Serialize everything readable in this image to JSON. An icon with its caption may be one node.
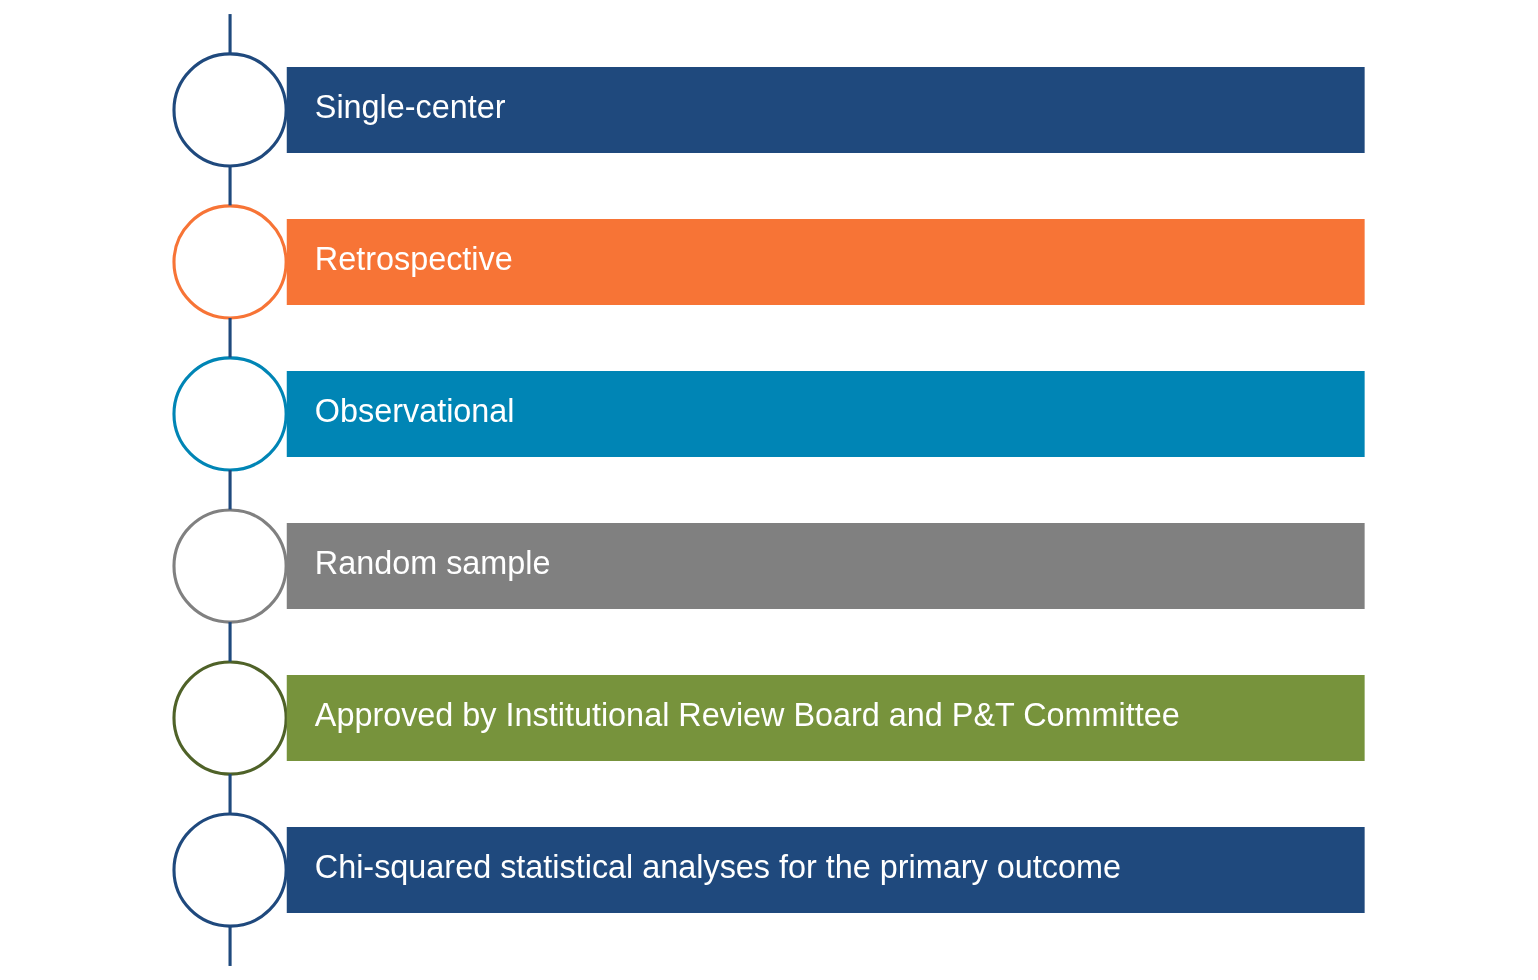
{
  "diagram": {
    "nodes": [
      {
        "text": [],
        "shape": "circle"
      },
      {
        "text": [
          "Single-center"
        ]
      },
      {
        "text": [],
        "shape": "circle"
      },
      {
        "text": [
          "Retrospective"
        ]
      },
      {
        "text": [],
        "shape": "circle"
      },
      {
        "text": [
          "Observational"
        ]
      },
      {
        "text": [],
        "shape": "circle"
      },
      {
        "text": [
          "Random sample"
        ]
      },
      {
        "text": [],
        "shape": "circle"
      },
      {
        "text": [
          "Approved by Institutional Review Board and P&T Committee"
        ]
      },
      {
        "text": [],
        "shape": "circle"
      },
      {
        "text": [
          "Chi-squared statistical analyses for the primary outcome"
        ]
      }
    ],
    "edges": [
      {
        "from": null,
        "to": 0,
        "arrow": "none"
      },
      {
        "from": 0,
        "to": 2,
        "arrow": "none"
      },
      {
        "from": 2,
        "to": 4,
        "arrow": "none"
      },
      {
        "from": 4,
        "to": 6,
        "arrow": "none"
      },
      {
        "from": 6,
        "to": 8,
        "arrow": "none"
      },
      {
        "from": 8,
        "to": 10,
        "arrow": "none"
      },
      {
        "from": 10,
        "to": null,
        "arrow": "none"
      }
    ]
  }
}
